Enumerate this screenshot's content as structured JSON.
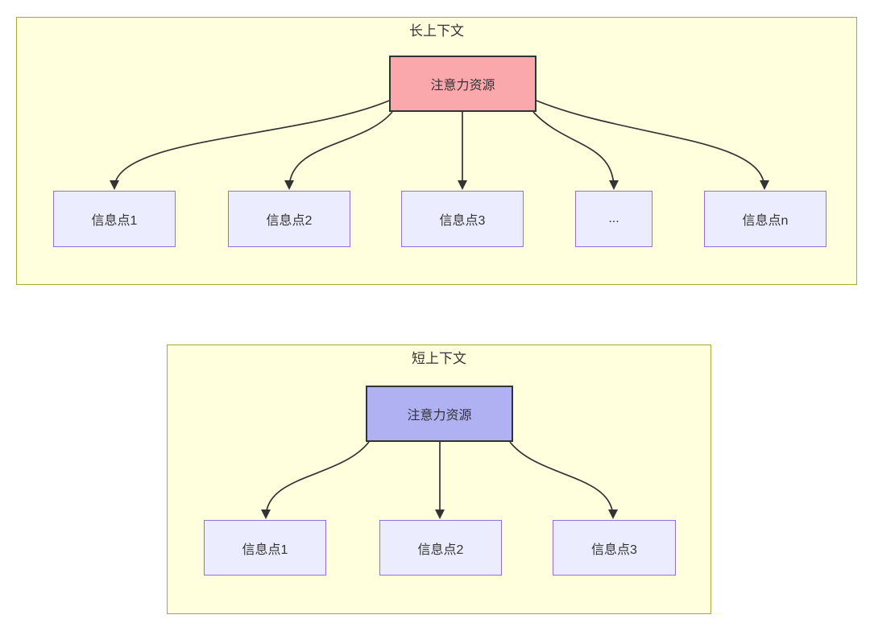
{
  "colors": {
    "page_bg": "#ffffff",
    "panel_fill": "#ffffde",
    "panel_border": "#aaaa33",
    "node_fill": "#ececff",
    "node_border": "#9370db",
    "attention_long_fill": "#fba8ad",
    "attention_short_fill": "#b0b1f3",
    "attention_border": "#333333",
    "edge_color": "#333333",
    "text_color": "#333333"
  },
  "panels": [
    {
      "title": "长上下文",
      "attention": "注意力资源",
      "nodes": [
        {
          "label": "信息点1"
        },
        {
          "label": "信息点2"
        },
        {
          "label": "信息点3"
        },
        {
          "label": "..."
        },
        {
          "label": "信息点n"
        }
      ]
    },
    {
      "title": "短上下文",
      "attention": "注意力资源",
      "nodes": [
        {
          "label": "信息点1"
        },
        {
          "label": "信息点2"
        },
        {
          "label": "信息点3"
        }
      ]
    }
  ]
}
